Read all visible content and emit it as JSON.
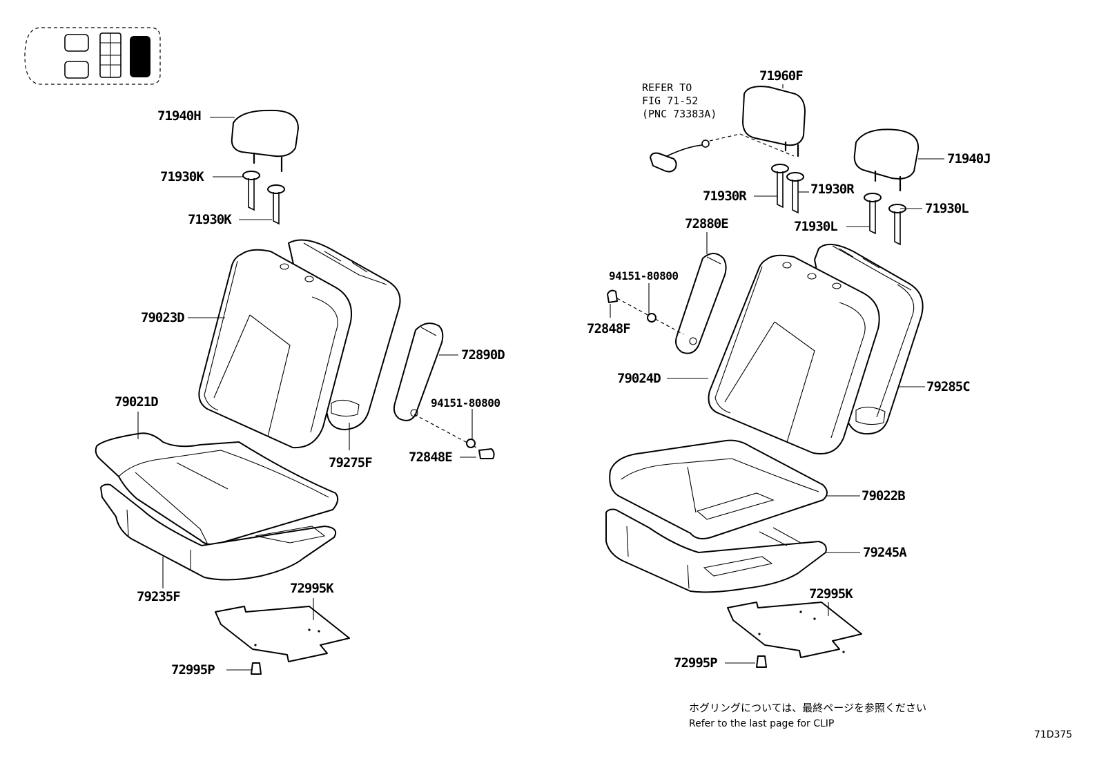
{
  "parts": {
    "p71940H": "71940H",
    "p71930K_a": "71930K",
    "p71930K_b": "71930K",
    "p79023D": "79023D",
    "p72890D": "72890D",
    "p79021D": "79021D",
    "p94151_left": "94151-80800",
    "p79275F": "79275F",
    "p72848E": "72848E",
    "p79235F": "79235F",
    "p72995K_left": "72995K",
    "p72995P_left": "72995P",
    "p71960F": "71960F",
    "p71940J": "71940J",
    "p71930R_a": "71930R",
    "p71930R_b": "71930R",
    "p71930L_a": "71930L",
    "p71930L_b": "71930L",
    "p72880E": "72880E",
    "p94151_right": "94151-80800",
    "p72848F": "72848F",
    "p79024D": "79024D",
    "p79285C": "79285C",
    "p79022B": "79022B",
    "p79245A": "79245A",
    "p72995K_right": "72995K",
    "p72995P_right": "72995P"
  },
  "reference": {
    "line1": "REFER TO",
    "line2": "FIG 71-52",
    "line3": "(PNC 73383A)"
  },
  "notes": {
    "jp": "ホグリングについては、最終ページを参照ください",
    "en": "Refer to the last page for CLIP"
  },
  "figure_code": "71D375"
}
